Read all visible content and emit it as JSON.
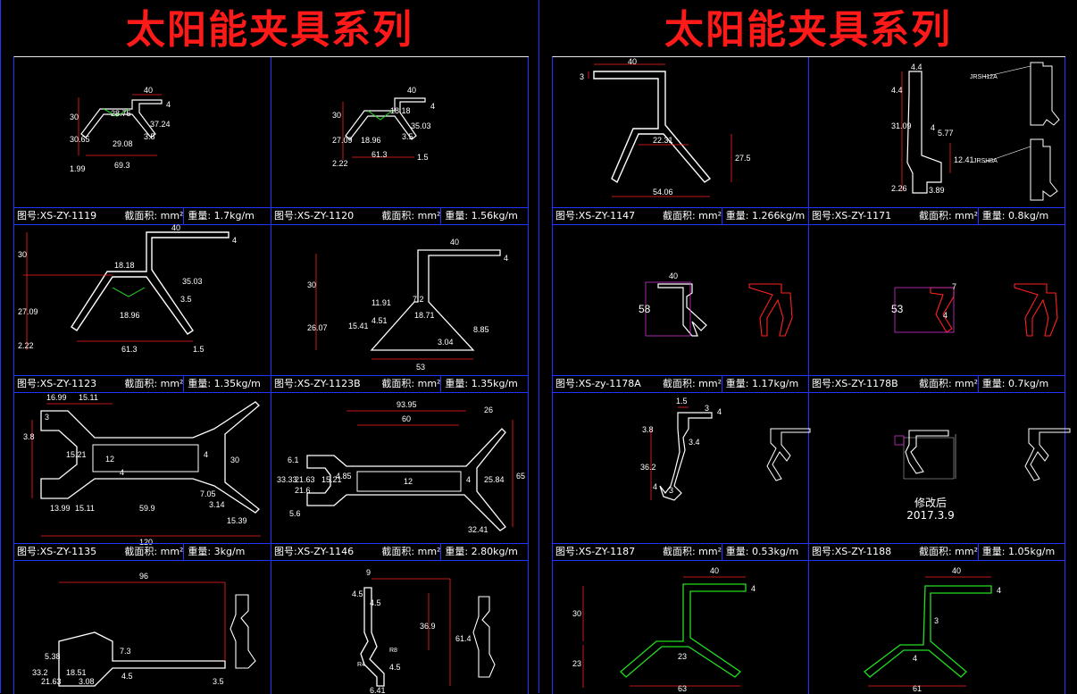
{
  "left_sheet": {
    "title": "太阳能夹具系列",
    "cells": [
      {
        "code": "图号:XS-ZY-1119",
        "area": "截面积: mm²",
        "weight": "重量: 1.7kg/m",
        "dims": [
          "40",
          "4",
          "28.75",
          "37.24",
          "30",
          "30.65",
          "29.08",
          "3.5",
          "1.99",
          "69.3"
        ]
      },
      {
        "code": "图号:XS-ZY-1120",
        "area": "截面积: mm²",
        "weight": "重量: 1.56kg/m",
        "dims": [
          "40",
          "4",
          "18.18",
          "35.03",
          "30",
          "27.09",
          "18.96",
          "3.5",
          "2.22",
          "61.3",
          "1.5"
        ]
      },
      {
        "code": "图号:XS-ZY-1123",
        "area": "截面积: mm²",
        "weight": "重量: 1.35kg/m",
        "dims": [
          "40",
          "4",
          "30",
          "18.18",
          "35.03",
          "27.09",
          "3.5",
          "18.96",
          "2.22",
          "61.3",
          "1.5"
        ]
      },
      {
        "code": "图号:XS-ZY-1123B",
        "area": "截面积: mm²",
        "weight": "重量: 1.35kg/m",
        "dims": [
          "40",
          "4",
          "30",
          "11.91",
          "7.2",
          "4.51",
          "15.41",
          "18.71",
          "26.07",
          "3.04",
          "8.85",
          "53"
        ]
      },
      {
        "code": "图号:XS-ZY-1135",
        "area": "截面积: mm²",
        "weight": "重量: 3kg/m",
        "dims": [
          "16.99",
          "15.11",
          "3",
          "3.8",
          "15.21",
          "12",
          "4",
          "4",
          "30",
          "7.05",
          "13.99",
          "15.11",
          "59.9",
          "3.14",
          "15.39",
          "120"
        ]
      },
      {
        "code": "图号:XS-ZY-1146",
        "area": "截面积: mm²",
        "weight": "重量: 2.80kg/m",
        "dims": [
          "93.95",
          "60",
          "26",
          "6.1",
          "33.33",
          "21.63",
          "21.6",
          "15.21",
          "4.85",
          "12",
          "4",
          "25.84",
          "65",
          "5.6",
          "32.41"
        ]
      },
      {
        "code": "",
        "area": "",
        "weight": "",
        "dims": [
          "96",
          "7.3",
          "5.38",
          "33.2",
          "21.63",
          "18.51",
          "3.08",
          "4.5",
          "3.5"
        ]
      },
      {
        "code": "",
        "area": "",
        "weight": "",
        "dims": [
          "9",
          "4.5",
          "4.5",
          "36.9",
          "61.4",
          "R4",
          "R8",
          "4.5",
          "6.41"
        ]
      }
    ]
  },
  "right_sheet": {
    "title": "太阳能夹具系列",
    "cells": [
      {
        "code": "图号:XS-ZY-1147",
        "area": "截面积: mm²",
        "weight": "重量: 1.266kg/m",
        "dims": [
          "40",
          "3",
          "22.31",
          "27.5",
          "54.06"
        ]
      },
      {
        "code": "图号:XS-ZY-1171",
        "area": "截面积: mm²",
        "weight": "重量: 0.8kg/m",
        "dims": [
          "4.4",
          "4.4",
          "31.09",
          "4",
          "5.77",
          "12.41",
          "2.26",
          "3.89",
          "JRSH12A",
          "JRSH8A"
        ]
      },
      {
        "code": "图号:XS-zy-1178A",
        "area": "截面积: mm²",
        "weight": "重量: 1.17kg/m",
        "dims": [
          "40",
          "58"
        ]
      },
      {
        "code": "图号:XS-ZY-1178B",
        "area": "截面积: mm²",
        "weight": "重量: 0.7kg/m",
        "dims": [
          "53",
          "7",
          "4"
        ]
      },
      {
        "code": "图号:XS-ZY-1187",
        "area": "截面积: mm²",
        "weight": "重量: 0.53kg/m",
        "dims": [
          "1.5",
          "3",
          "4",
          "3.8",
          "3.4",
          "36.2",
          "4",
          "3"
        ]
      },
      {
        "code": "图号:XS-ZY-1188",
        "area": "截面积: mm²",
        "weight": "重量: 1.05kg/m",
        "dims": [],
        "note": "修改后",
        "date": "2017.3.9"
      },
      {
        "code": "",
        "area": "",
        "weight": "",
        "dims": [
          "40",
          "4",
          "30",
          "23",
          "23",
          "63"
        ]
      },
      {
        "code": "",
        "area": "",
        "weight": "",
        "dims": [
          "40",
          "4",
          "3",
          "4",
          "61"
        ]
      }
    ]
  },
  "colors": {
    "background": "#000000",
    "title": "#ff1a1a",
    "frame": "#2233ff",
    "dimension": "#ff2020",
    "profile": "#ffffff",
    "hatch": "#22dd22",
    "magenta": "#cc33cc"
  }
}
